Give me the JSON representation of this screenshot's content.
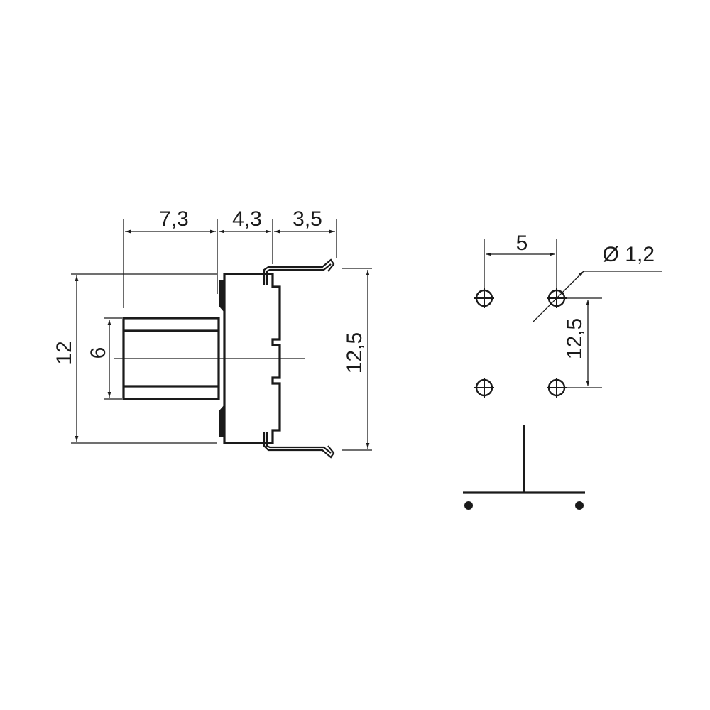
{
  "side_view": {
    "dim_top_1": "7,3",
    "dim_top_2": "4,3",
    "dim_top_3": "3,5",
    "dim_height_total": "12",
    "dim_height_button": "6",
    "dim_pin_span": "12,5"
  },
  "footprint": {
    "dim_hole_spacing_x": "5",
    "dim_hole_diameter": "Ø 1,2",
    "dim_hole_spacing_y": "12,5"
  },
  "colors": {
    "line": "#1a1a1a",
    "background": "#ffffff"
  }
}
